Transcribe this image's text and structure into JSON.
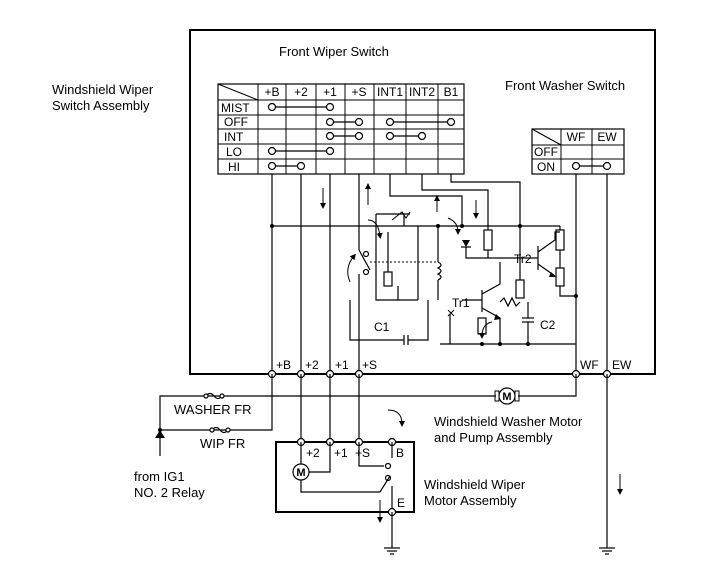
{
  "labels": {
    "assembly": [
      "Windshield Wiper",
      "Switch Assembly"
    ],
    "front_wiper_switch": "Front Wiper Switch",
    "front_washer_switch": "Front Washer Switch",
    "washer_fr": "WASHER FR",
    "wip_fr": "WIP FR",
    "source": [
      "from IG1",
      "NO. 2 Relay"
    ],
    "washer_motor": [
      "Windshield Washer Motor",
      "and Pump Assembly"
    ],
    "wiper_motor": [
      "Windshield Wiper",
      "Motor Assembly"
    ],
    "c1": "C1",
    "c2": "C2",
    "tr1": "Tr1",
    "tr2": "Tr2",
    "motor_symbol": "M"
  },
  "wiper_table": {
    "columns": [
      "+B",
      "+2",
      "+1",
      "+S",
      "INT1",
      "INT2",
      "B1"
    ],
    "rows": [
      "MIST",
      "OFF",
      "INT",
      "LO",
      "HI"
    ]
  },
  "washer_table": {
    "columns": [
      "WF",
      "EW"
    ],
    "rows": [
      "OFF",
      "ON"
    ]
  },
  "terminals": {
    "switch": [
      "+B",
      "+2",
      "+1",
      "+S",
      "WF",
      "EW"
    ],
    "motor": [
      "+2",
      "+1",
      "+S",
      "B",
      "E"
    ]
  }
}
